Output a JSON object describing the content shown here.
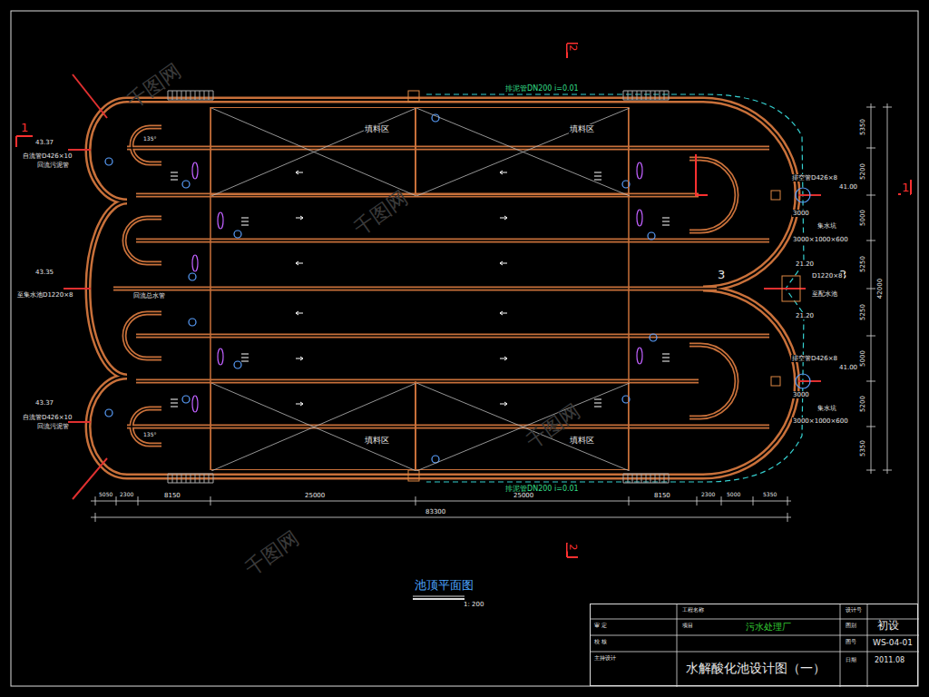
{
  "diagram": {
    "title": "池顶平面图",
    "nodes": [
      {
        "text": [
          "填料区"
        ]
      },
      {
        "text": [
          "填料区"
        ]
      },
      {
        "text": [
          "填料区"
        ]
      },
      {
        "text": [
          "填料区"
        ]
      },
      {
        "text": [
          "工程名称",
          "污水处理厂",
          "项目",
          "审 定",
          "校 核",
          "主持设计",
          "水解酸化池设计图（一）",
          "设计号",
          "图别",
          "初设",
          "图号",
          "WS-04-01",
          "日期",
          "2011.08"
        ]
      }
    ],
    "labels": [
      "1: 200",
      "2",
      "2",
      "1",
      "1",
      "3",
      "3",
      "排泥管DN200 i=0.01",
      "排泥管DN200 i=0.01",
      "43.37",
      "自流管D426×10",
      "回流污泥管",
      "135°",
      "43.35",
      "至集水池D1220×8",
      "回流总水管",
      "43.37",
      "自流管D426×10",
      "回流污泥管",
      "135°",
      "排空管D426×8",
      "41.00",
      "3000",
      "集水坑",
      "3000×1000×600",
      "21.20",
      "D1220×8",
      "至配水池",
      "21.20",
      "排空管D426×8",
      "41.00",
      "3000",
      "集水坑",
      "3000×1000×600",
      "5050",
      "2300",
      "8150",
      "25000",
      "25000",
      "8150",
      "2300",
      "5000",
      "5350",
      "83300",
      "5350",
      "5200",
      "5000",
      "5250",
      "5250",
      "5000",
      "5200",
      "5350",
      "42000",
      "千图网",
      "千图网",
      "千图网",
      "千图网"
    ]
  }
}
